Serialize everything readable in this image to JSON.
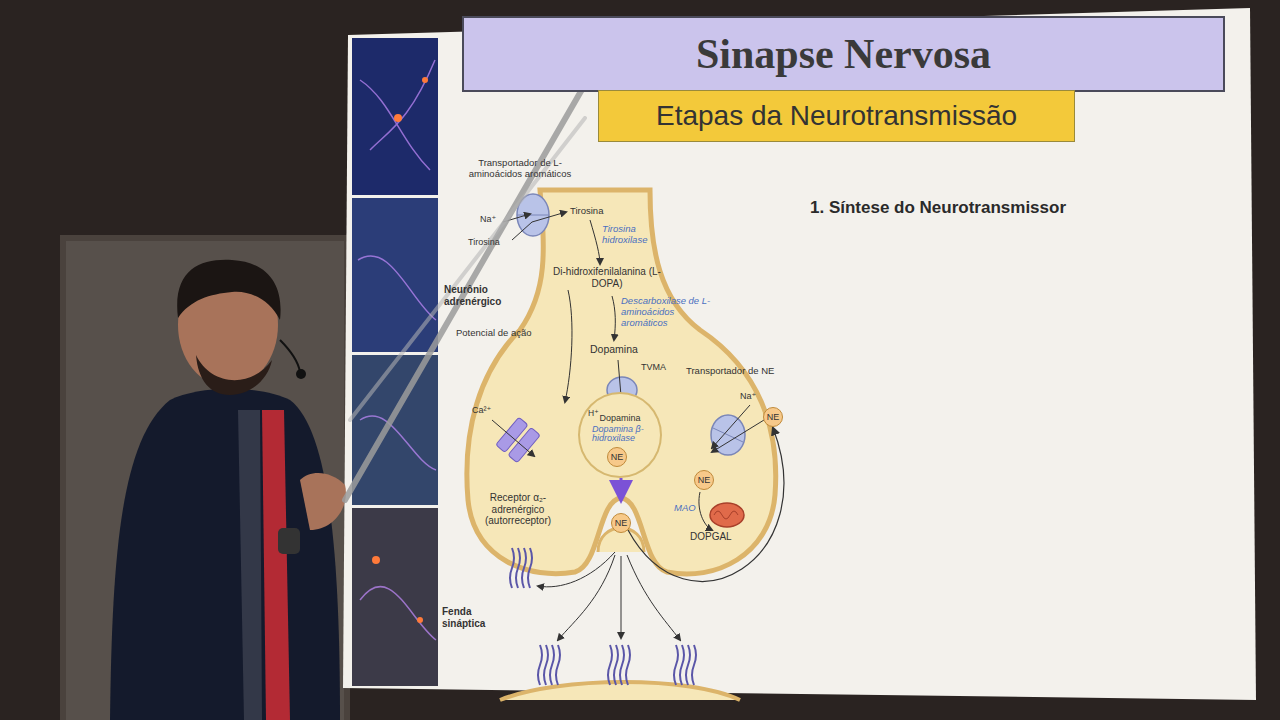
{
  "diagram": {
    "title": "Sinapse Nervosa",
    "nodes": [
      {
        "text": [
          "Etapas da Neurotransmissão"
        ]
      },
      {
        "text": [
          "Dopamina",
          "Dopamina β-hidroxilase"
        ]
      },
      {
        "text": [
          "NE"
        ],
        "in": 1
      },
      {
        "text": [
          "NE"
        ]
      },
      {
        "text": [
          "NE"
        ]
      },
      {
        "text": [
          "NE"
        ]
      }
    ],
    "edges": [
      {
        "from": 5,
        "to": 4,
        "arrow": "to"
      }
    ],
    "labels": [
      "Transportador de L-aminoácidos aromáticos",
      "Na⁺",
      "Tirosina",
      "Tirosina",
      "Tirosina hidroxilase",
      "Di-hidroxifenilalanina (L-DOPA)",
      "Neurônio adrenérgico",
      "Descarboxilase de L-aminoácidos aromáticos",
      "Potencial de ação",
      "Dopamina",
      "TVMA",
      "Transportador de NE",
      "Na⁺",
      "Ca²⁺",
      "H⁺",
      "MAO",
      "DOPGAL",
      "Receptor α₂-adrenérgico (autorreceptor)",
      "Fenda sináptica",
      "1. Síntese do Neurotransmissor"
    ]
  }
}
